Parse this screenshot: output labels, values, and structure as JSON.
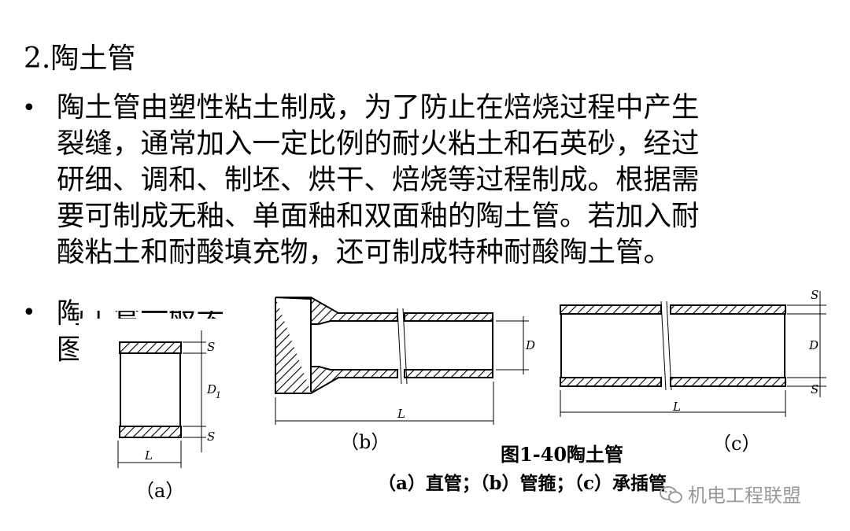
{
  "section": {
    "heading": "2.陶土管"
  },
  "bullets": {
    "symbol": "•",
    "first": {
      "lines": [
        "陶土管由塑性粘土制成，为了防止在焙烧过程中产生",
        "裂缝，通常加入一定比例的耐火粘土和石英砂，经过",
        "研细、调和、制坯、烘干、焙烧等过程制成。根据需",
        "要可制成无釉、单面釉和双面釉的陶土管。若加入耐",
        "酸粘土和耐酸填充物，还可制成特种耐酸陶土管。"
      ]
    },
    "second": {
      "lines": [
        "陶土管一般头",
        "图"
      ]
    }
  },
  "figure": {
    "caption": "图1-40陶土管",
    "legend": "（a）直管；（b）管箍；（c）承插管",
    "labels": {
      "a": "（a）",
      "b": "（b）",
      "c": "（c）"
    },
    "dims": {
      "s": "S",
      "d1": "D",
      "d1_sub": "1",
      "d": "D",
      "l": "L"
    }
  },
  "watermark": {
    "text": "机电工程联盟",
    "icon": "wechat-icon"
  }
}
